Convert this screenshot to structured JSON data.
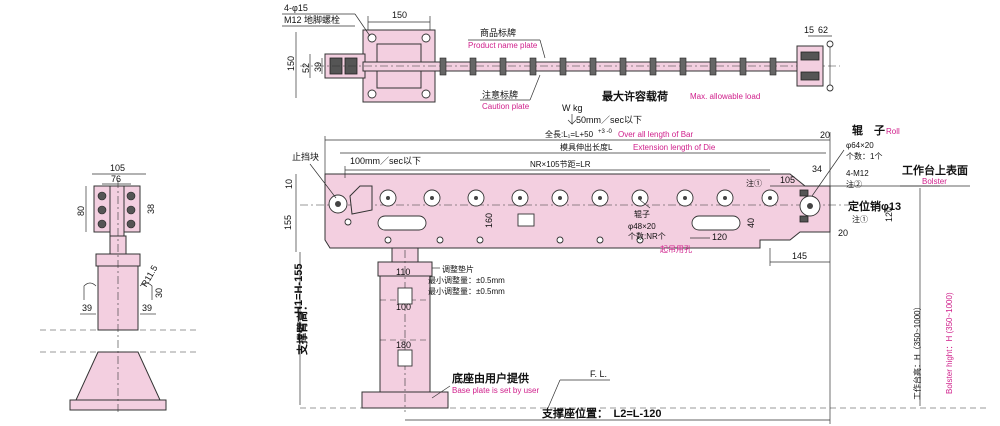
{
  "top_view": {
    "hole_label": "4-φ15",
    "bolt_label": "M12 地脚螺栓",
    "dim_150": "150",
    "dim_52": "52",
    "dim_39": "39",
    "dim_150_left": "150",
    "dim_15": "15",
    "dim_62": "62",
    "product_plate_cn": "商品标牌",
    "product_plate_en": "Product name plate",
    "caution_plate_cn": "注意标牌",
    "caution_plate_en": "Caution plate",
    "max_load_cn": "最大许容载荷",
    "max_load_en": "Max. allowable load",
    "load_unit": "W kg",
    "speed": "50mm／sec以下"
  },
  "front_view": {
    "total_length": "全長:L₁=L+50",
    "total_length_tol": "+3 -0",
    "total_length_en": "Over all length of Bar",
    "extension": "模具伸出长度L",
    "extension_en": "Extension length of Die",
    "pitch": "NR×105节距=LR",
    "roll_cn": "辊　子",
    "roll_en": "Roll",
    "roll_size": "φ64×20",
    "roll_count": "个数：1个",
    "dim_20": "20",
    "dim_34": "34",
    "dim_105": "105",
    "bolster_surface_cn": "工作台上表面",
    "bolster_surface_en": "Bolster",
    "m12": "4-M12",
    "note2": "注②",
    "pin": "定位销φ13",
    "note1": "注①",
    "dim_120_right": "120",
    "dim_20_b": "20",
    "dim_145": "145",
    "stopper": "止挡块",
    "speed": "100mm／sec以下",
    "dim_10": "10",
    "dim_155": "155",
    "dim_160": "160",
    "roller_cn": "辊子",
    "roller_size": "φ48×20",
    "roller_count": "个数:NR个",
    "lift_hole": "起吊用孔",
    "dim_120": "120",
    "dim_40": "40",
    "note1_b": "注①",
    "shim_cn": "调整垫片",
    "min_adjust_1": "最小调整量：±0.5mm",
    "min_adjust_2": "最小调整量：±0.5mm",
    "dim_110": "110",
    "dim_100": "100",
    "dim_180": "180",
    "support_height_cn": "支撑臂高：",
    "support_height": "H1=H-155",
    "base_cn": "底座由用户提供",
    "base_en": "Base plate is set by user",
    "fl": "F. L.",
    "support_pos": "支撑座位置：　L2=L-120",
    "bolster_height_cn": "工作台高：H（350~1000）",
    "bolster_height_en": "Bolster hight：H (350~1000)"
  },
  "side_view": {
    "dim_105": "105",
    "dim_76": "76",
    "dim_80": "80",
    "dim_38": "38",
    "dim_r": "R11.5",
    "dim_30": "30",
    "dim_39a": "39",
    "dim_39b": "39"
  }
}
